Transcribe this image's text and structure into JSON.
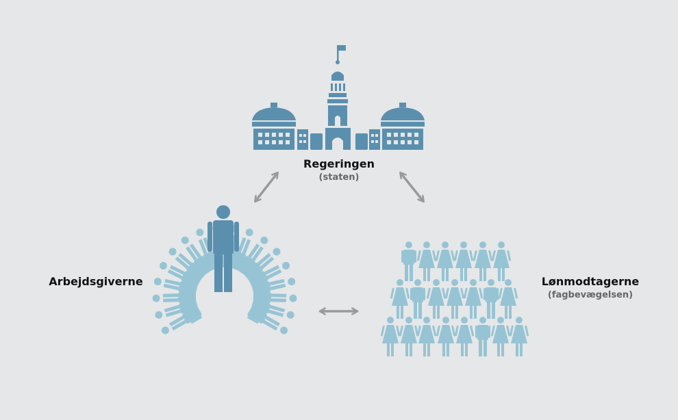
{
  "colors": {
    "background": "#e5e7e8",
    "dark_blue": "#5b8fae",
    "light_blue": "#97c4d4",
    "arrow_gray": "#9a9a9a"
  },
  "nodes": {
    "government": {
      "title": "Regeringen",
      "subtitle": "(staten)",
      "icon": "parliament-building-icon"
    },
    "employers": {
      "title": "Arbejdsgiverne",
      "icon": "employer-ring-icon"
    },
    "employees": {
      "title": "Lønmodtagerne",
      "subtitle": "(fagbevægelsen)",
      "icon": "crowd-icon"
    }
  }
}
